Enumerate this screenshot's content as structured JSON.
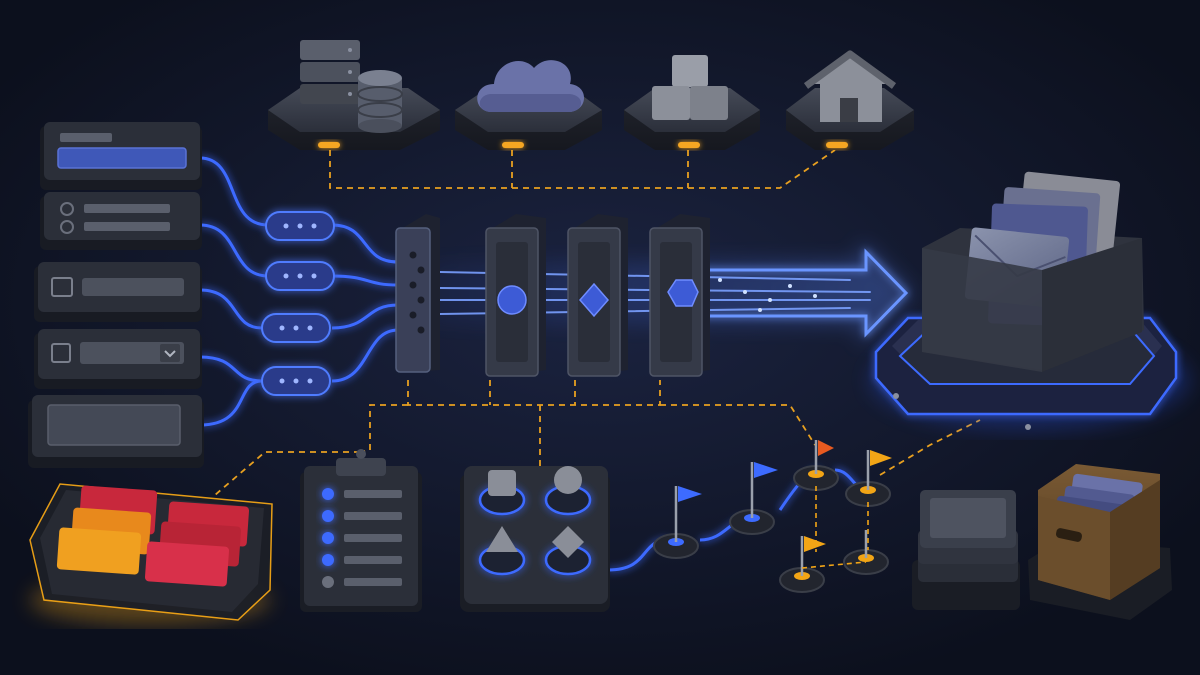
{
  "diagram": {
    "labels": [],
    "sources": [
      {
        "icon": "server-database-icon"
      },
      {
        "icon": "cloud-icon"
      },
      {
        "icon": "cubes-icon"
      },
      {
        "icon": "house-icon"
      }
    ],
    "form_fields": [
      {
        "kind": "text-input"
      },
      {
        "kind": "radio-group"
      },
      {
        "kind": "checkbox"
      },
      {
        "kind": "checkbox-select"
      },
      {
        "kind": "text-area"
      }
    ],
    "filter_stages": [
      {
        "shape": "dots"
      },
      {
        "shape": "circle"
      },
      {
        "shape": "diamond"
      },
      {
        "shape": "hexagon"
      }
    ],
    "outputs": [
      {
        "icon": "inbox-tray-icon"
      },
      {
        "icon": "archive-box-icon"
      }
    ],
    "colors": {
      "background": "#0f1424",
      "panel": "#2a2e38",
      "panel_top": "#3a3f4b",
      "accent_blue": "#3d6bff",
      "glow_blue": "#4f7cff",
      "accent_orange": "#f2a516",
      "card_red": "#c8283c",
      "card_orange": "#e8891c"
    }
  }
}
